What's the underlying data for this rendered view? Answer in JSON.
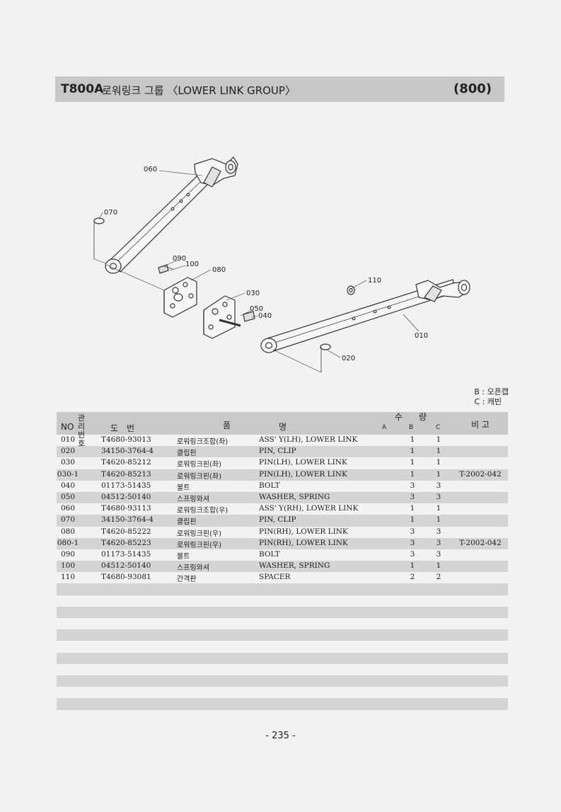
{
  "header": {
    "model": "T800A",
    "title": "로워링크 그룹 〈LOWER LINK GROUP〉",
    "group_code": "(800)"
  },
  "diagram": {
    "callouts": [
      "060",
      "070",
      "090",
      "100",
      "080",
      "030",
      "050",
      "040",
      "110",
      "010",
      "020"
    ]
  },
  "legend": {
    "b": "B : 오픈캡",
    "c": "C : 캐빈"
  },
  "table": {
    "headers": {
      "no": "NO",
      "mgmt_no": "관리번호",
      "part_no": "도　번",
      "name_1": "품",
      "name_2": "명",
      "qty_1": "수",
      "qty_2": "량",
      "qty_a": "A",
      "qty_b": "B",
      "qty_c": "C",
      "remarks": "비 고"
    },
    "rows": [
      {
        "no": "010",
        "part": "T4680-93013",
        "kr": "로워링크조합(좌)",
        "en": "ASS' Y(LH), LOWER LINK",
        "b": "1",
        "c": "1",
        "remark": ""
      },
      {
        "no": "020",
        "part": "34150-3764-4",
        "kr": "클립핀",
        "en": "PIN, CLIP",
        "b": "1",
        "c": "1",
        "remark": ""
      },
      {
        "no": "030",
        "part": "T4620-85212",
        "kr": "로워링크핀(좌)",
        "en": "PIN(LH), LOWER LINK",
        "b": "1",
        "c": "1",
        "remark": ""
      },
      {
        "no": "030-1",
        "part": "T4620-85213",
        "kr": "로워링크핀(좌)",
        "en": "PIN(LH), LOWER LINK",
        "b": "1",
        "c": "1",
        "remark": "T-2002-042"
      },
      {
        "no": "040",
        "part": "01173-51435",
        "kr": "볼트",
        "en": "BOLT",
        "b": "3",
        "c": "3",
        "remark": ""
      },
      {
        "no": "050",
        "part": "04512-50140",
        "kr": "스프링와셔",
        "en": "WASHER, SPRING",
        "b": "3",
        "c": "3",
        "remark": ""
      },
      {
        "no": "060",
        "part": "T4680-93113",
        "kr": "로워링크조합(우)",
        "en": "ASS' Y(RH), LOWER LINK",
        "b": "1",
        "c": "1",
        "remark": ""
      },
      {
        "no": "070",
        "part": "34150-3764-4",
        "kr": "클립핀",
        "en": "PIN, CLIP",
        "b": "1",
        "c": "1",
        "remark": ""
      },
      {
        "no": "080",
        "part": "T4620-85222",
        "kr": "로워링크핀(우)",
        "en": "PIN(RH), LOWER LINK",
        "b": "3",
        "c": "3",
        "remark": ""
      },
      {
        "no": "080-1",
        "part": "T4620-85223",
        "kr": "로워링크핀(우)",
        "en": "PIN(RH), LOWER LINK",
        "b": "3",
        "c": "3",
        "remark": "T-2002-042"
      },
      {
        "no": "090",
        "part": "01173-51435",
        "kr": "볼트",
        "en": "BOLT",
        "b": "3",
        "c": "3",
        "remark": ""
      },
      {
        "no": "100",
        "part": "04512-50140",
        "kr": "스프링와셔",
        "en": "WASHER, SPRING",
        "b": "1",
        "c": "1",
        "remark": ""
      },
      {
        "no": "110",
        "part": "T4680-93081",
        "kr": "간격판",
        "en": "SPACER",
        "b": "2",
        "c": "2",
        "remark": ""
      },
      {
        "no": "",
        "part": "",
        "kr": "",
        "en": "",
        "b": "",
        "c": "",
        "remark": ""
      },
      {
        "no": "",
        "part": "",
        "kr": "",
        "en": "",
        "b": "",
        "c": "",
        "remark": ""
      },
      {
        "no": "",
        "part": "",
        "kr": "",
        "en": "",
        "b": "",
        "c": "",
        "remark": ""
      },
      {
        "no": "",
        "part": "",
        "kr": "",
        "en": "",
        "b": "",
        "c": "",
        "remark": ""
      },
      {
        "no": "",
        "part": "",
        "kr": "",
        "en": "",
        "b": "",
        "c": "",
        "remark": ""
      },
      {
        "no": "",
        "part": "",
        "kr": "",
        "en": "",
        "b": "",
        "c": "",
        "remark": ""
      },
      {
        "no": "",
        "part": "",
        "kr": "",
        "en": "",
        "b": "",
        "c": "",
        "remark": ""
      },
      {
        "no": "",
        "part": "",
        "kr": "",
        "en": "",
        "b": "",
        "c": "",
        "remark": ""
      },
      {
        "no": "",
        "part": "",
        "kr": "",
        "en": "",
        "b": "",
        "c": "",
        "remark": ""
      },
      {
        "no": "",
        "part": "",
        "kr": "",
        "en": "",
        "b": "",
        "c": "",
        "remark": ""
      },
      {
        "no": "",
        "part": "",
        "kr": "",
        "en": "",
        "b": "",
        "c": "",
        "remark": ""
      },
      {
        "no": "",
        "part": "",
        "kr": "",
        "en": "",
        "b": "",
        "c": "",
        "remark": ""
      }
    ]
  },
  "page_number": "- 235 -"
}
